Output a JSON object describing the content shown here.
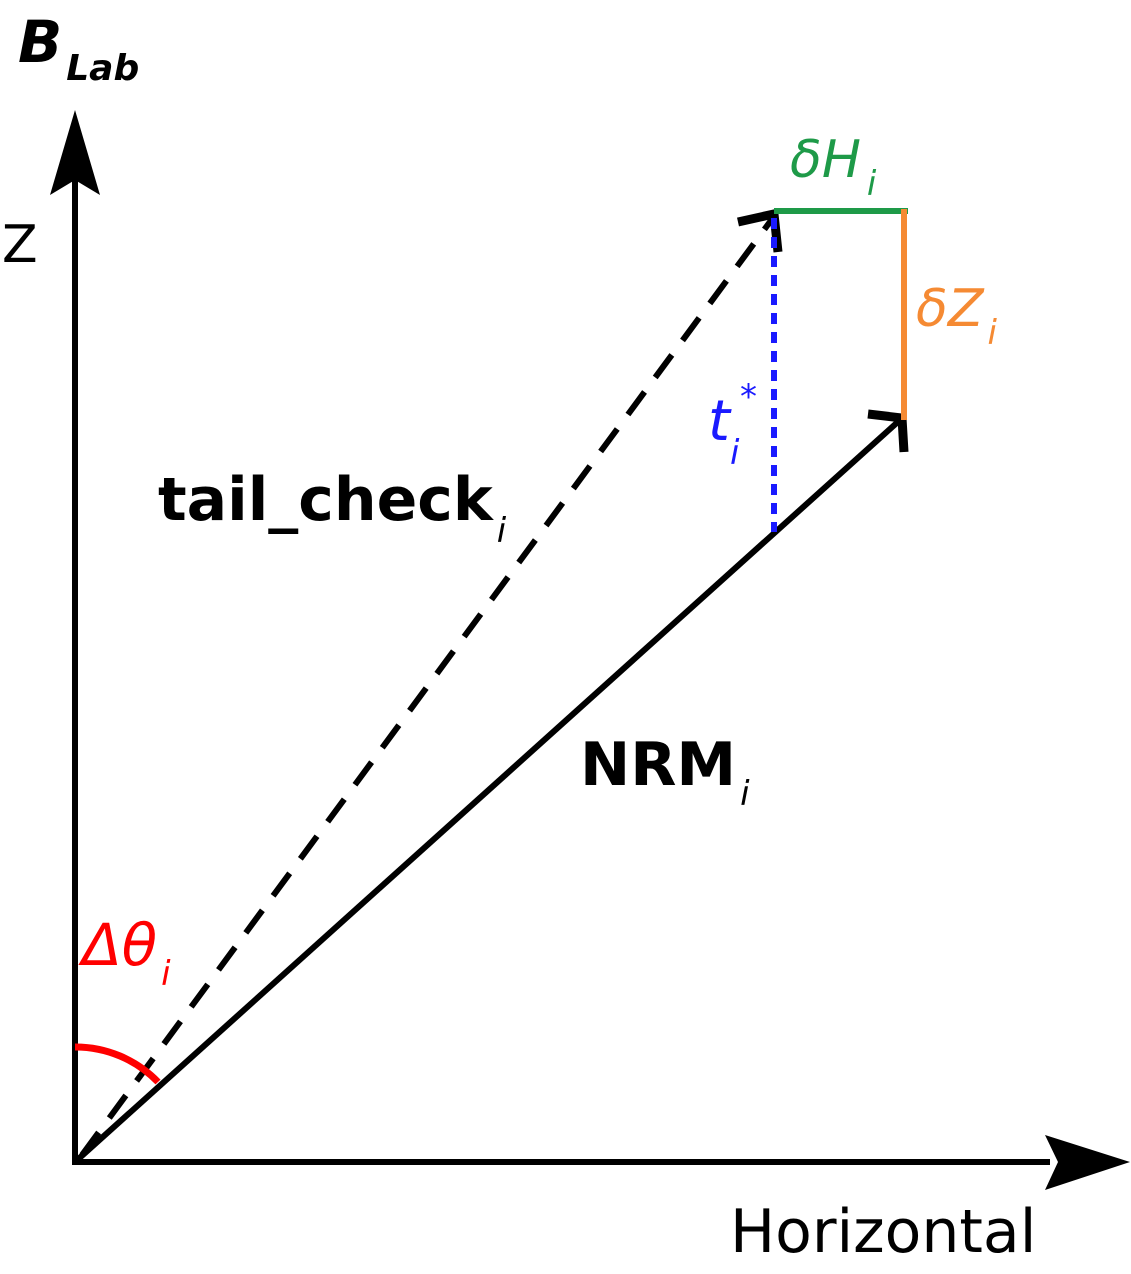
{
  "labels": {
    "field": {
      "main": "B",
      "sub": "Lab"
    },
    "z_axis": "Z",
    "horizontal_axis": "Horizontal",
    "delta_h": {
      "main": "δH",
      "sub": "i"
    },
    "delta_z": {
      "main": "δZ",
      "sub": "i"
    },
    "t_star": {
      "main": "t",
      "sup": "*",
      "sub": "i"
    },
    "tail_check": {
      "main": "tail_check",
      "sub": "i"
    },
    "nrm": {
      "main": "NRM",
      "sub": "i"
    },
    "delta_theta": {
      "main": "Δθ",
      "sub": "i"
    }
  },
  "colors": {
    "axes": "#000000",
    "delta_h": "#1e9a48",
    "delta_z": "#f58a33",
    "t_star": "#1a1aff",
    "delta_theta": "#ff0000",
    "vectors": "#000000"
  }
}
